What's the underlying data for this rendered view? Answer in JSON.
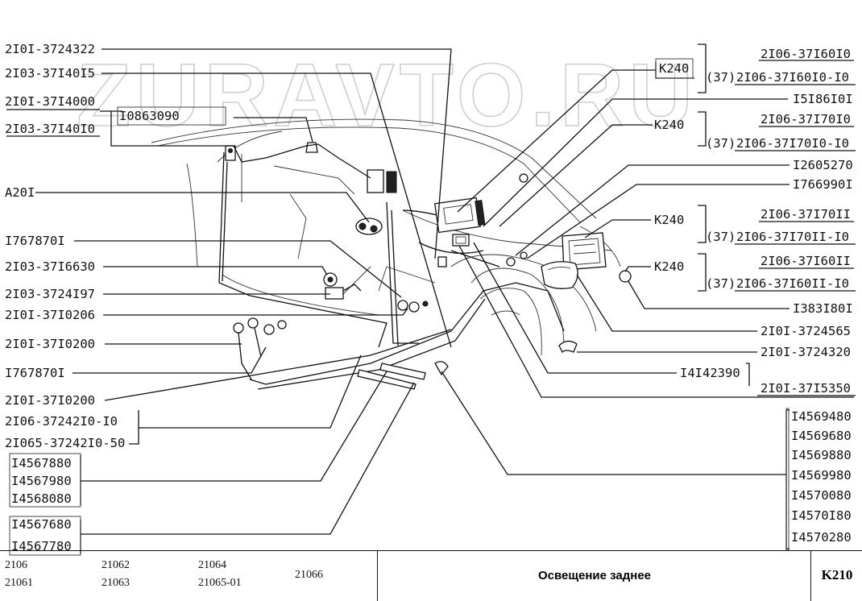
{
  "watermark": "ZURAVTO.RU",
  "left_labels": [
    {
      "id": "l1",
      "text": "2I0I-3724322"
    },
    {
      "id": "l2",
      "text": "2I03-37I40I5"
    },
    {
      "id": "l3",
      "text": "2I0I-37I4000"
    },
    {
      "id": "l4",
      "text": "2I03-37I40I0"
    },
    {
      "id": "l5",
      "text": "I0863090"
    },
    {
      "id": "l6",
      "text": "A20I"
    },
    {
      "id": "l7",
      "text": "I767870I"
    },
    {
      "id": "l8",
      "text": "2I03-37I6630"
    },
    {
      "id": "l9",
      "text": "2I03-3724I97"
    },
    {
      "id": "l10",
      "text": "2I0I-37I0206"
    },
    {
      "id": "l11",
      "text": "2I0I-37I0200"
    },
    {
      "id": "l12",
      "text": "I767870I"
    },
    {
      "id": "l13",
      "text": "2I0I-37I0200"
    },
    {
      "id": "l14",
      "text": "2I06-37242I0-I0"
    },
    {
      "id": "l15",
      "text": "2I065-37242I0-50"
    },
    {
      "id": "l16",
      "text": "I4567880"
    },
    {
      "id": "l17",
      "text": "I4567980"
    },
    {
      "id": "l18",
      "text": "I4568080"
    },
    {
      "id": "l19",
      "text": "I4567680"
    },
    {
      "id": "l20",
      "text": "I4567780"
    }
  ],
  "right_labels": [
    {
      "id": "r1",
      "text": "K240"
    },
    {
      "id": "r2",
      "text": "2I06-37I60I0"
    },
    {
      "id": "r3",
      "text": "(37)"
    },
    {
      "id": "r4",
      "text": "2I06-37I60I0-I0"
    },
    {
      "id": "r5",
      "text": "I5I86I0I"
    },
    {
      "id": "r6",
      "text": "K240"
    },
    {
      "id": "r7",
      "text": "2I06-37I70I0"
    },
    {
      "id": "r8",
      "text": "(37)"
    },
    {
      "id": "r9",
      "text": "2I06-37I70I0-I0"
    },
    {
      "id": "r10",
      "text": "I2605270"
    },
    {
      "id": "r11",
      "text": "I766990I"
    },
    {
      "id": "r12",
      "text": "K240"
    },
    {
      "id": "r13",
      "text": "2I06-37I70II"
    },
    {
      "id": "r14",
      "text": "(37)"
    },
    {
      "id": "r15",
      "text": "2I06-37I70II-I0"
    },
    {
      "id": "r16",
      "text": "K240"
    },
    {
      "id": "r17",
      "text": "2I06-37I60II"
    },
    {
      "id": "r18",
      "text": "(37)"
    },
    {
      "id": "r19",
      "text": "2I06-37I60II-I0"
    },
    {
      "id": "r20",
      "text": "I383I80I"
    },
    {
      "id": "r21",
      "text": "2I0I-3724565"
    },
    {
      "id": "r22",
      "text": "2I0I-3724320"
    },
    {
      "id": "r23",
      "text": "I4I42390"
    },
    {
      "id": "r24",
      "text": "2I0I-37I5350"
    },
    {
      "id": "r25",
      "text": "I4569480"
    },
    {
      "id": "r26",
      "text": "I4569680"
    },
    {
      "id": "r27",
      "text": "I4569880"
    },
    {
      "id": "r28",
      "text": "I4569980"
    },
    {
      "id": "r29",
      "text": "I4570080"
    },
    {
      "id": "r30",
      "text": "I4570I80"
    },
    {
      "id": "r31",
      "text": "I4570280"
    }
  ],
  "footer": {
    "models": [
      "2106",
      "21061",
      "21062",
      "21063",
      "21064",
      "21065-01",
      "21066"
    ],
    "title": "Освещение заднее",
    "code": "K210"
  }
}
